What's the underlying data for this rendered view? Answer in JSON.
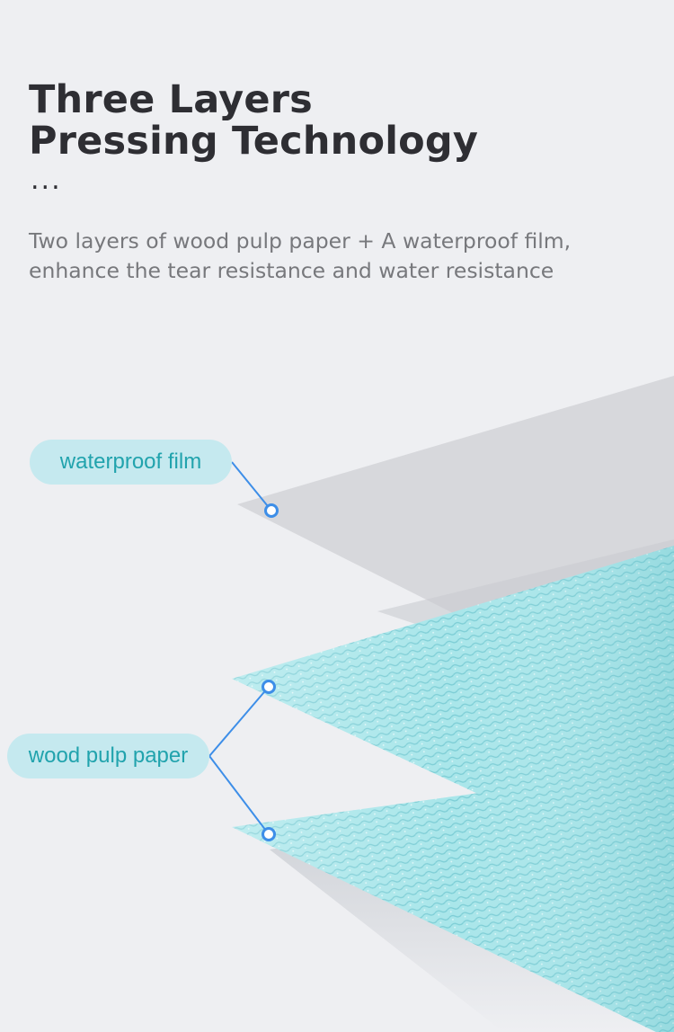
{
  "header": {
    "title_line1": "Three Layers",
    "title_line2": "Pressing Technology",
    "ellipsis": "...",
    "subtitle_line1": "Two layers of wood pulp paper + A waterproof film,",
    "subtitle_line2": "enhance the tear resistance and water resistance"
  },
  "labels": {
    "film": "waterproof film",
    "pulp": "wood pulp paper"
  },
  "colors": {
    "background": "#eeeff2",
    "title": "#2e2e33",
    "subtitle": "#77787c",
    "label_bg": "#c5e9ef",
    "label_text": "#21a3ad",
    "film_layer": "#d7d8dc",
    "pulp_layer": "#a9e6ea",
    "marker": "#3d8ee8"
  }
}
